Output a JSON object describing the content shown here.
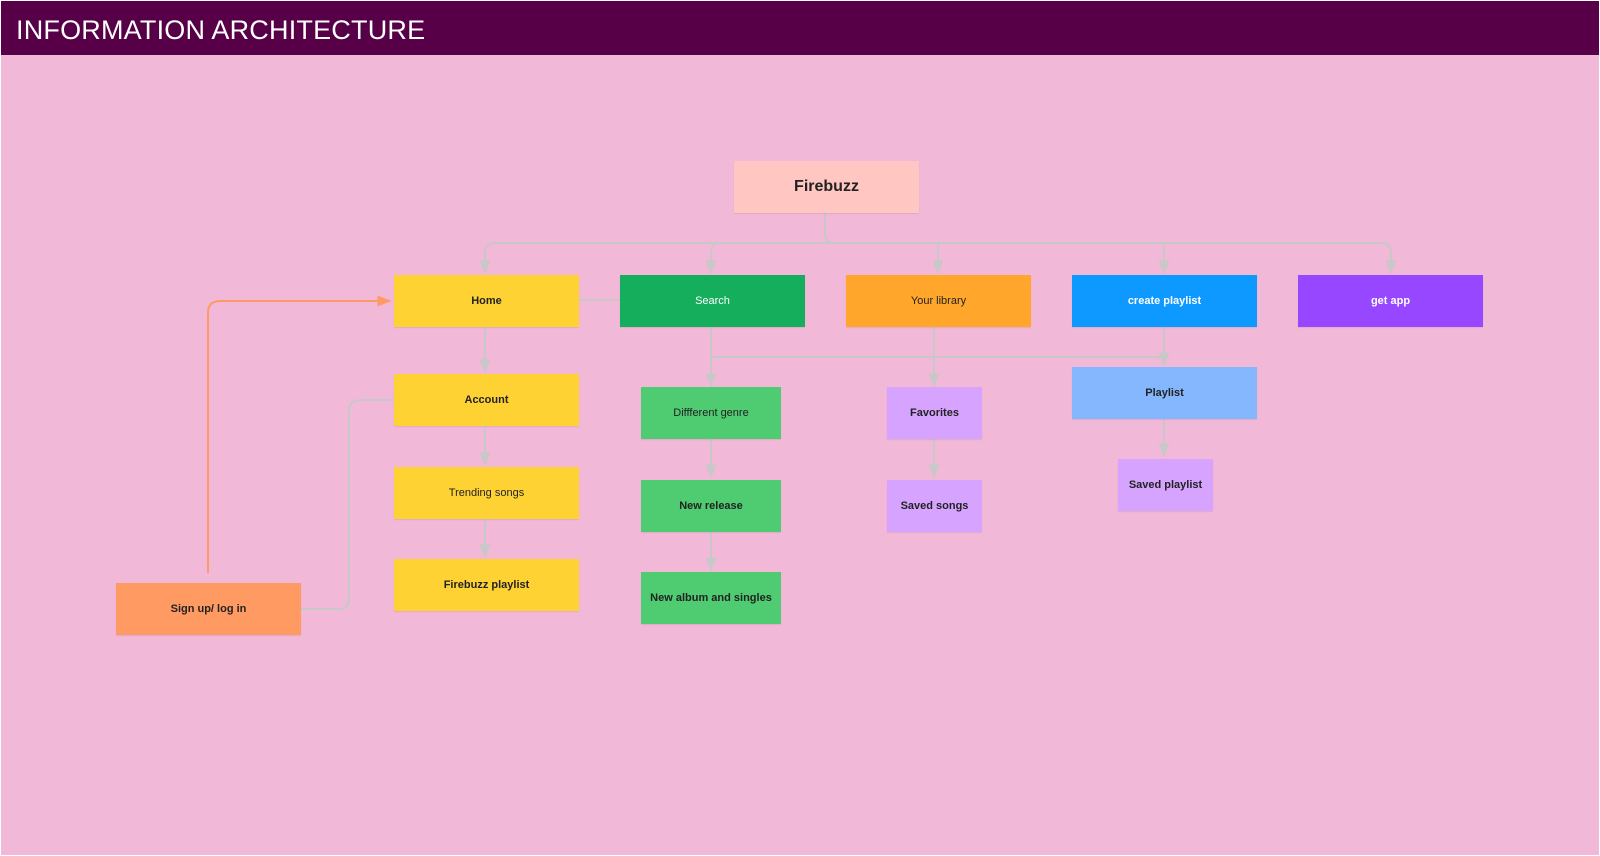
{
  "header": {
    "title": "INFORMATION ARCHITECTURE"
  },
  "colors": {
    "header_bg": "#570047",
    "canvas_bg": "#f2b8d8",
    "connector": "#c8c8c8",
    "login_connector": "#ff9a66"
  },
  "nodes": {
    "firebuzz": {
      "label": "Firebuzz",
      "color": "#ffc6c2"
    },
    "home": {
      "label": "Home",
      "color": "#ffd234"
    },
    "search": {
      "label": "Search",
      "color": "#14ae5c"
    },
    "your_library": {
      "label": "Your library",
      "color": "#ffa62b"
    },
    "create_playlist": {
      "label": "create playlist",
      "color": "#0d99ff"
    },
    "get_app": {
      "label": "get app",
      "color": "#9747ff"
    },
    "account": {
      "label": "Account",
      "color": "#ffd234"
    },
    "trending_songs": {
      "label": "Trending songs",
      "color": "#ffd234"
    },
    "firebuzz_playlist": {
      "label": "Firebuzz playlist",
      "color": "#ffd234"
    },
    "different_genre": {
      "label": "Diffferent genre",
      "color": "#4fcb71"
    },
    "new_release": {
      "label": "New release",
      "color": "#4fcb71"
    },
    "new_album_singles": {
      "label": "New album and singles",
      "color": "#4fcb71"
    },
    "favorites": {
      "label": "Favorites",
      "color": "#d6a4ff"
    },
    "saved_songs": {
      "label": "Saved songs",
      "color": "#d6a4ff"
    },
    "playlist": {
      "label": "Playlist",
      "color": "#85b7ff"
    },
    "saved_playlist": {
      "label": "Saved playlist",
      "color": "#d6a4ff"
    },
    "sign_up_log_in": {
      "label": "Sign up/ log in",
      "color": "#ff9b62"
    }
  }
}
